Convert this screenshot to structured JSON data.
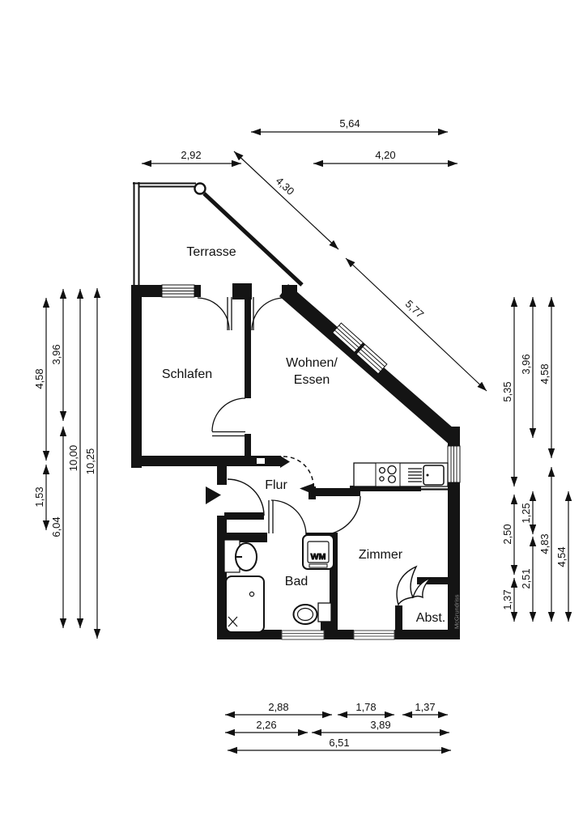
{
  "rooms": {
    "terrasse": "Terrasse",
    "schlafen": "Schlafen",
    "wohnen_line1": "Wohnen/",
    "wohnen_line2": "Essen",
    "flur": "Flur",
    "bad": "Bad",
    "zimmer": "Zimmer",
    "abstellraum": "Abst."
  },
  "appliances": {
    "washing_machine": "WM"
  },
  "watermark": "McGrundriss",
  "dimensions": {
    "top": [
      "5,64",
      "2,92",
      "4,20"
    ],
    "diagonal": [
      "4,30",
      "5,77"
    ],
    "left": [
      "4,58",
      "1,53",
      "3,96",
      "6,04",
      "10,00",
      "10,25"
    ],
    "right": [
      "5,35",
      "2,50",
      "1,37",
      "3,96",
      "1,25",
      "2,51",
      "4,58",
      "4,83",
      "4,54"
    ],
    "bottom": [
      "2,88",
      "1,78",
      "1,37",
      "2,26",
      "3,89",
      "6,51"
    ]
  },
  "colors": {
    "wall": "#141414",
    "line": "#111111",
    "window_line": "#3a3a3a"
  }
}
